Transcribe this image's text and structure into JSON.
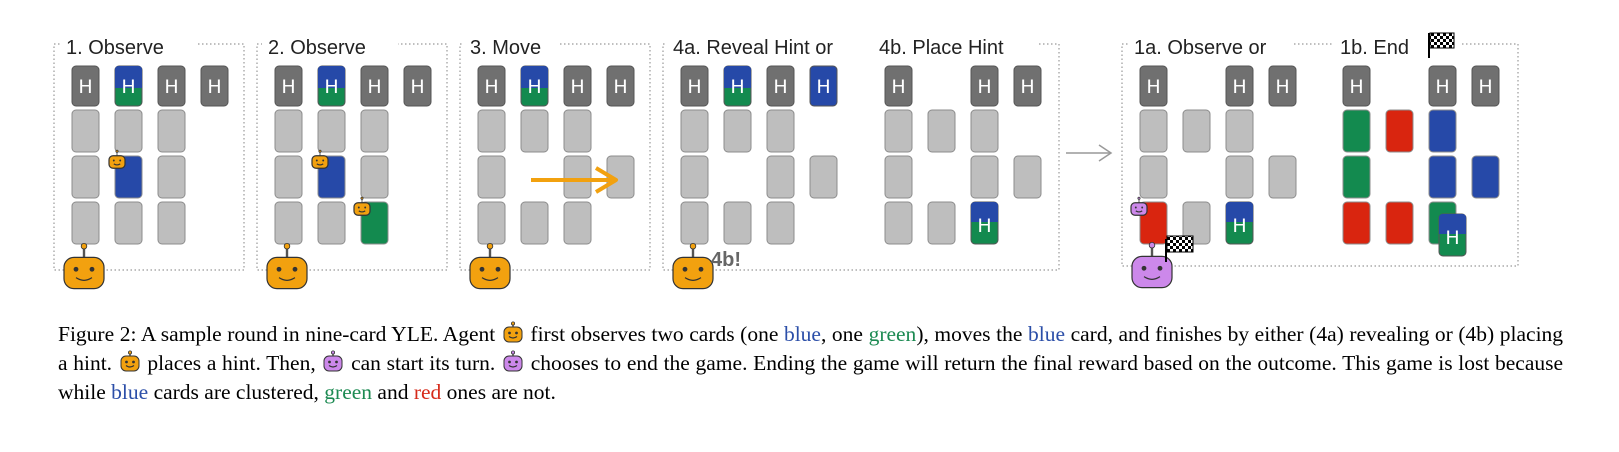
{
  "panels": [
    {
      "id": "observe1",
      "title": "1. Observe"
    },
    {
      "id": "observe2",
      "title": "2. Observe"
    },
    {
      "id": "move",
      "title": "3. Move"
    },
    {
      "id": "hint",
      "title_a": "4a. Reveal Hint or",
      "title_b": "4b. Place Hint",
      "agent_note": "4b!"
    },
    {
      "id": "next",
      "title_a": "1a. Observe or",
      "title_b": "1b. End"
    }
  ],
  "card_letter": "H",
  "colors": {
    "card_gray": "#bebebe",
    "card_border": "#8c8c8c",
    "hint_gray": "#707070",
    "blue": "#2649a8",
    "green": "#138a4f",
    "red": "#d9250f",
    "orange_robot": "#f2a10f",
    "purple_robot": "#cc88ea",
    "arrow_orange": "#f2a10f",
    "arrow_gray": "#999999"
  },
  "icons": [
    "robot-icon",
    "checkered-flag-icon",
    "arrow-icon"
  ],
  "caption": {
    "figure_label": "Figure 2:",
    "s1": "A sample round in nine-card YLE. Agent",
    "s2": "first observes two cards (one",
    "blue1": "blue",
    "s3": ", one",
    "green1": "green",
    "s4": "), moves the",
    "blue2": "blue",
    "s5": "card, and finishes by either (4a) revealing or (4b) placing a hint.",
    "s6": "places a hint. Then,",
    "s7": "can start its turn.",
    "s8": "chooses to end the game. Ending the game will return the final reward based on the outcome. This game is lost because while",
    "blue3": "blue",
    "s9": "cards are clustered,",
    "green2": "green",
    "s10": "and",
    "red1": "red",
    "s11": "ones are not."
  }
}
